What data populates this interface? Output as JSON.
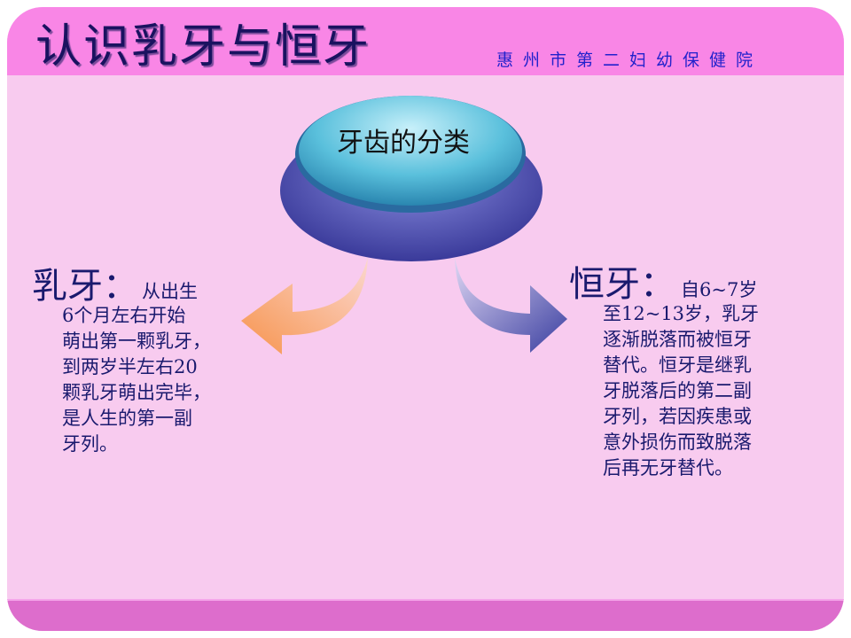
{
  "title": "认识乳牙与恒牙",
  "organization": "惠州市第二妇幼保健院",
  "center_button": {
    "label": "牙齿的分类"
  },
  "primary_teeth": {
    "heading": "乳牙：",
    "lines": [
      "从出生",
      "6个月左右开始",
      "萌出第一颗乳牙，",
      "到两岁半左右20",
      "颗乳牙萌出完毕，",
      "是人生的第一副",
      "牙列。"
    ]
  },
  "permanent_teeth": {
    "heading": "恒牙：",
    "lines": [
      "自6~7岁",
      "至12~13岁，乳牙",
      "逐渐脱落而被恒牙",
      "替代。恒牙是继乳",
      "牙脱落后的第二副",
      "牙列，若因疾患或",
      "意外损伤而致脱落",
      "后再无牙替代。"
    ]
  },
  "colors": {
    "header": "#f986e6",
    "body": "#f8cbef",
    "footer": "#dd6dcc",
    "text": "#1a1a6e",
    "left_arrow": "#f7a070",
    "right_arrow": "#4048a8"
  }
}
